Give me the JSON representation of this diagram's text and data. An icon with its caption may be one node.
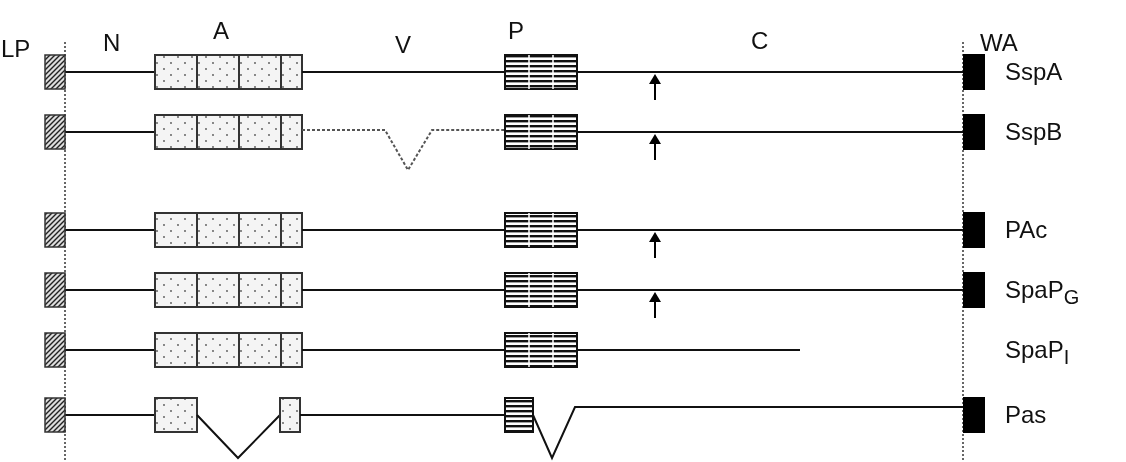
{
  "diagram": {
    "labels": [
      "LP",
      "N",
      "A",
      "V",
      "P",
      "C",
      "WA",
      "SspA",
      "SspB",
      "PAc",
      "SpaP$_{G}$",
      "SpaP$_{I}$",
      "Pas"
    ]
  }
}
